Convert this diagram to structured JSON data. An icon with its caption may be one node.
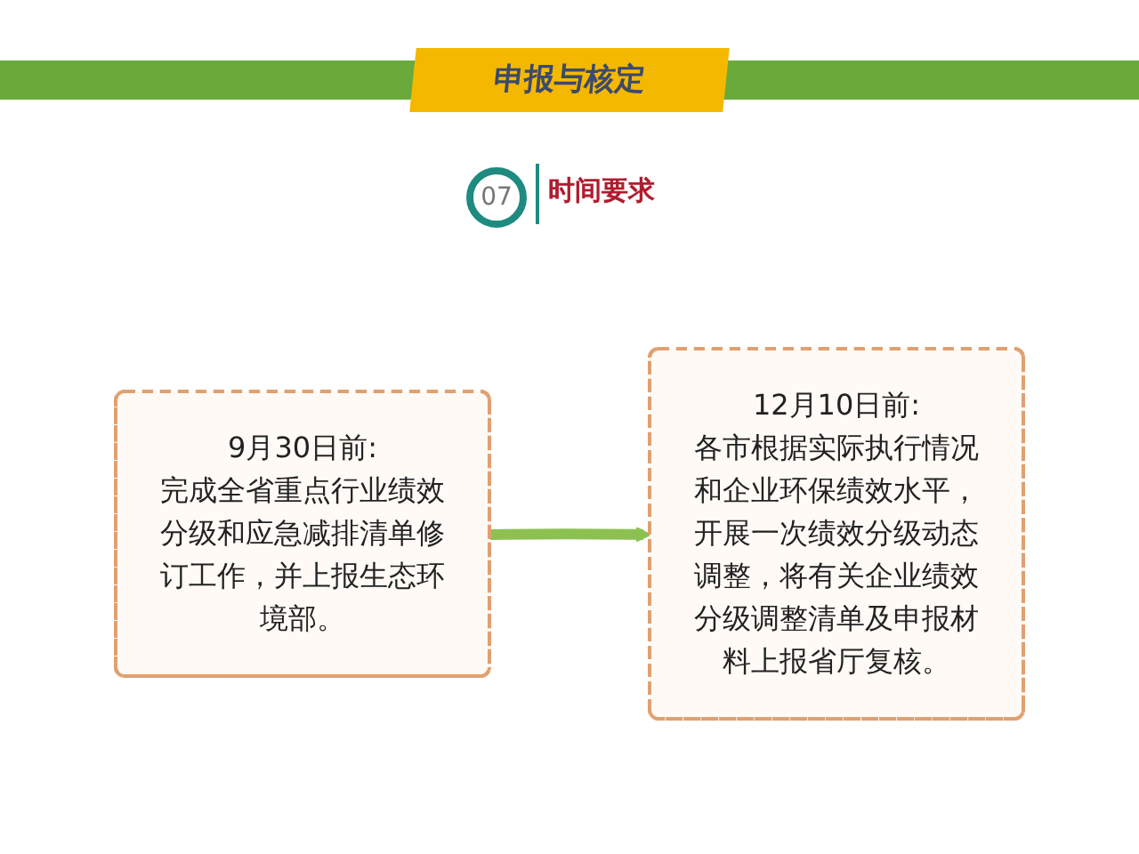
{
  "diagram": {
    "title": "申报与核定",
    "nodes": [
      {
        "text": [
          "9月30日前:",
          "完成全省重点行业绩效分级和应急减排清单修订工作，并上报生态环境部。"
        ]
      },
      {
        "text": [
          "12月10日前:",
          "各市根据实际执行情况和企业环保绩效水平，开展一次绩效分级动态调整，将有关企业绩效分级调整清单及申报材料上报省厅复核。"
        ]
      }
    ],
    "edges": [
      {
        "from": 0,
        "to": 1,
        "arrow": "to"
      }
    ],
    "labels": [
      "07",
      "时间要求"
    ]
  }
}
